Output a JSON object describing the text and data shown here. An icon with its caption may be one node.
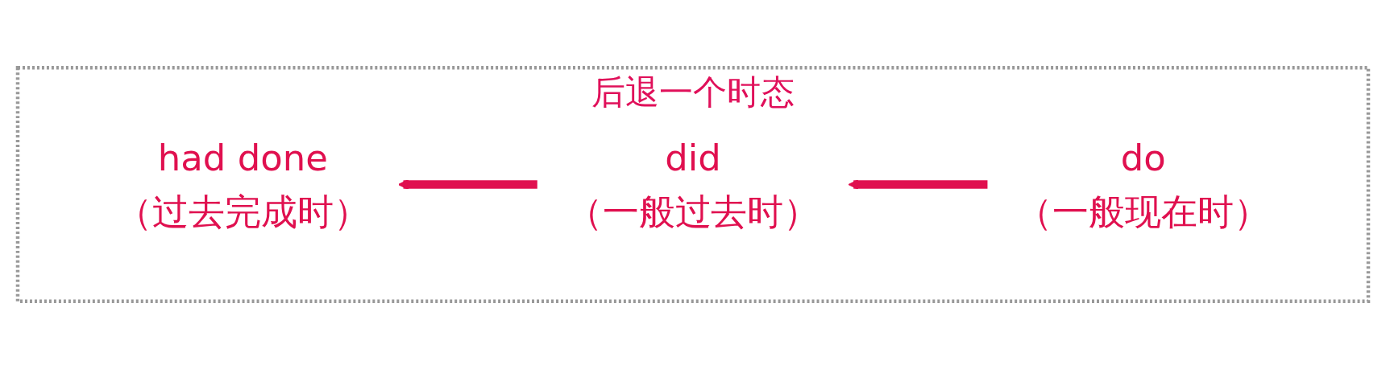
{
  "diagram": {
    "nodes": [
      {
        "text": [
          "后退一个时态"
        ]
      },
      {
        "text": [
          "had done",
          "（过去完成时）"
        ],
        "in": 0
      },
      {
        "text": [
          "did",
          "（一般过去时）"
        ],
        "in": 0
      },
      {
        "text": [
          "do",
          "（一般现在时）"
        ],
        "in": 0
      }
    ],
    "edges": [
      {
        "from": 2,
        "to": 1,
        "arrow": "to"
      },
      {
        "from": 3,
        "to": 2,
        "arrow": "to"
      }
    ]
  }
}
